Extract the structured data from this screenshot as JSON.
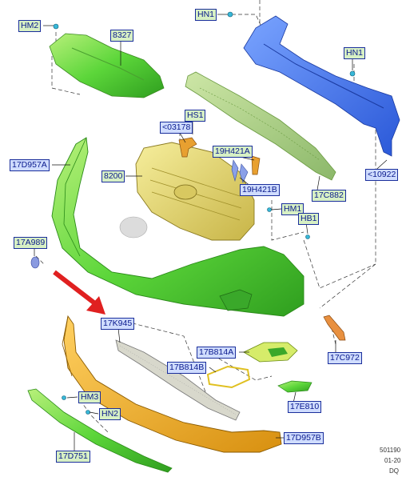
{
  "labels": {
    "HM2": "HM2",
    "HN1_top": "HN1",
    "p8327": "8327",
    "HN1_right": "HN1",
    "HS1": "HS1",
    "p03178": "<03178",
    "p19H421A": "19H421A",
    "p17D957A": "17D957A",
    "p8200": "8200",
    "p19H421B": "19H421B",
    "p17C882": "17C882",
    "p10922": "<10922",
    "HM1": "HM1",
    "HB1": "HB1",
    "p17A989": "17A989",
    "p17K945": "17K945",
    "p17B814A": "17B814A",
    "p17B814B": "17B814B",
    "p17C972": "17C972",
    "HM3": "HM3",
    "p17E810": "17E810",
    "HN2": "HN2",
    "p17D957B": "17D957B",
    "p17D751": "17D751"
  },
  "reference": {
    "line1": "501190",
    "line2": "01-20",
    "line3": "DQ"
  },
  "colors": {
    "green_part": "#8ee04a",
    "blue_part": "#4a7cf0",
    "yellow_grille": "#e8dc7a",
    "orange_lower": "#f0b030",
    "arrow": "#e02020",
    "label_green": "#d7f0c4",
    "label_blue": "#cfdcff"
  }
}
